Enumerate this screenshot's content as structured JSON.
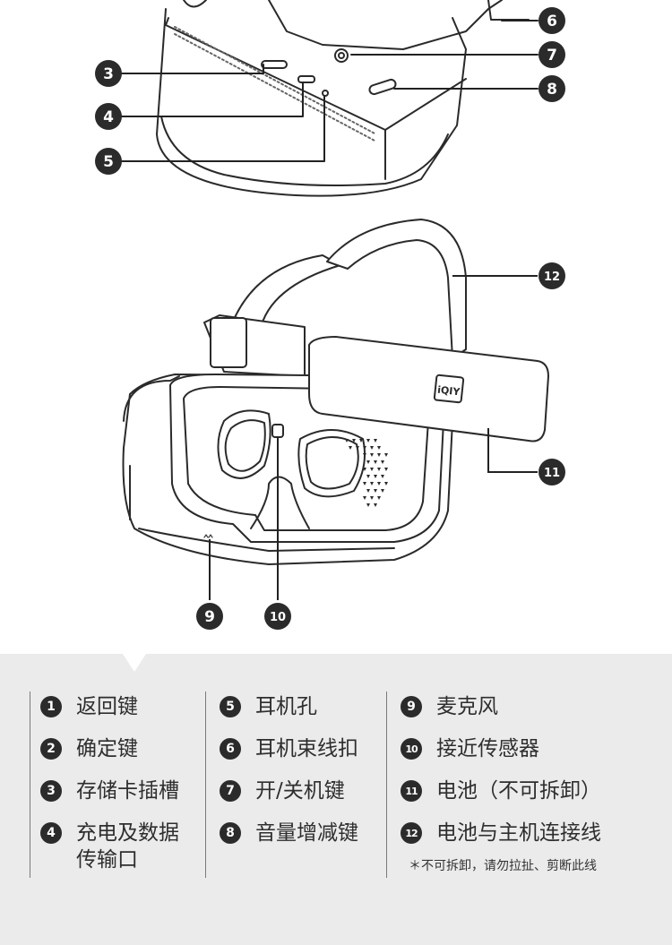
{
  "callouts": [
    "6",
    "7",
    "8",
    "3",
    "4",
    "5",
    "12",
    "11",
    "9",
    "10"
  ],
  "logo_text": "iQIY",
  "legend": {
    "items": [
      {
        "num": "1",
        "label": "返回键"
      },
      {
        "num": "2",
        "label": "确定键"
      },
      {
        "num": "3",
        "label": "存储卡插槽"
      },
      {
        "num": "4",
        "label": "充电及数据\n传输口"
      },
      {
        "num": "5",
        "label": "耳机孔"
      },
      {
        "num": "6",
        "label": "耳机束线扣"
      },
      {
        "num": "7",
        "label": "开/关机键"
      },
      {
        "num": "8",
        "label": "音量增减键"
      },
      {
        "num": "9",
        "label": "麦克风"
      },
      {
        "num": "10",
        "label": "接近传感器"
      },
      {
        "num": "11",
        "label": "电池（不可拆卸）"
      },
      {
        "num": "12",
        "label": "电池与主机连接线"
      }
    ],
    "note": "＊不可拆卸，请勿拉扯、剪断此线"
  }
}
